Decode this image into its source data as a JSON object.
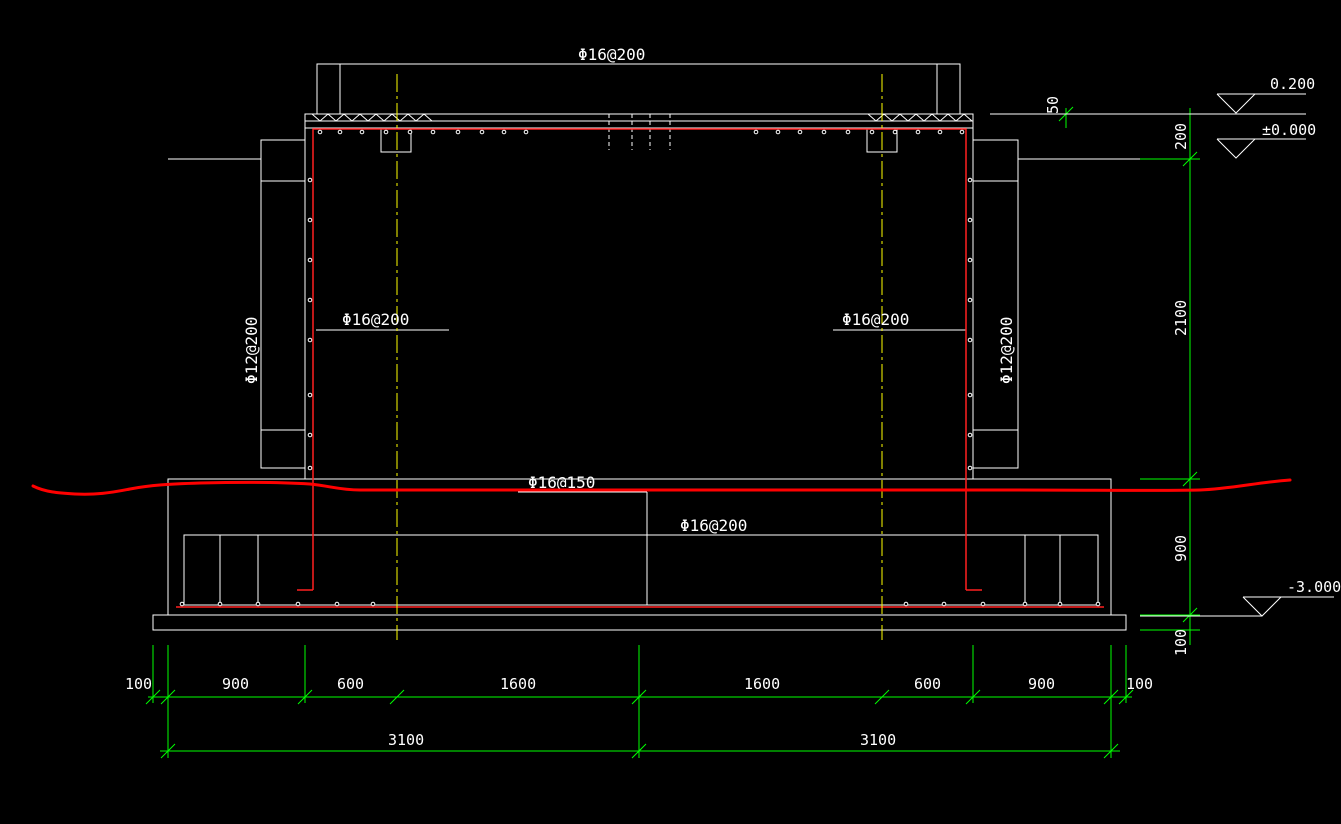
{
  "colors": {
    "background": "#000000",
    "outline": "#ffffff",
    "rebar": "#ff2020",
    "axis": "#ffff00",
    "dimension": "#00ff00",
    "markup": "#ff0000"
  },
  "rebar_labels": {
    "top_slab": "Φ16@200",
    "left_wall_inner": "Φ16@200",
    "right_wall_inner": "Φ16@200",
    "left_pilaster": "Φ12@200",
    "right_pilaster": "Φ12@200",
    "base_top": "Φ16@150",
    "base_bottom": "Φ16@200"
  },
  "elevations": {
    "top": "0.200",
    "ground": "±0.000",
    "bottom": "-3.000"
  },
  "vertical_dims": {
    "d50": "50",
    "d200": "200",
    "d2100": "2100",
    "d900": "900",
    "d100": "100"
  },
  "horizontal_dims": {
    "row1": [
      "100",
      "900",
      "600",
      "1600",
      "1600",
      "600",
      "900",
      "100"
    ],
    "row2": [
      "3100",
      "3100"
    ]
  }
}
